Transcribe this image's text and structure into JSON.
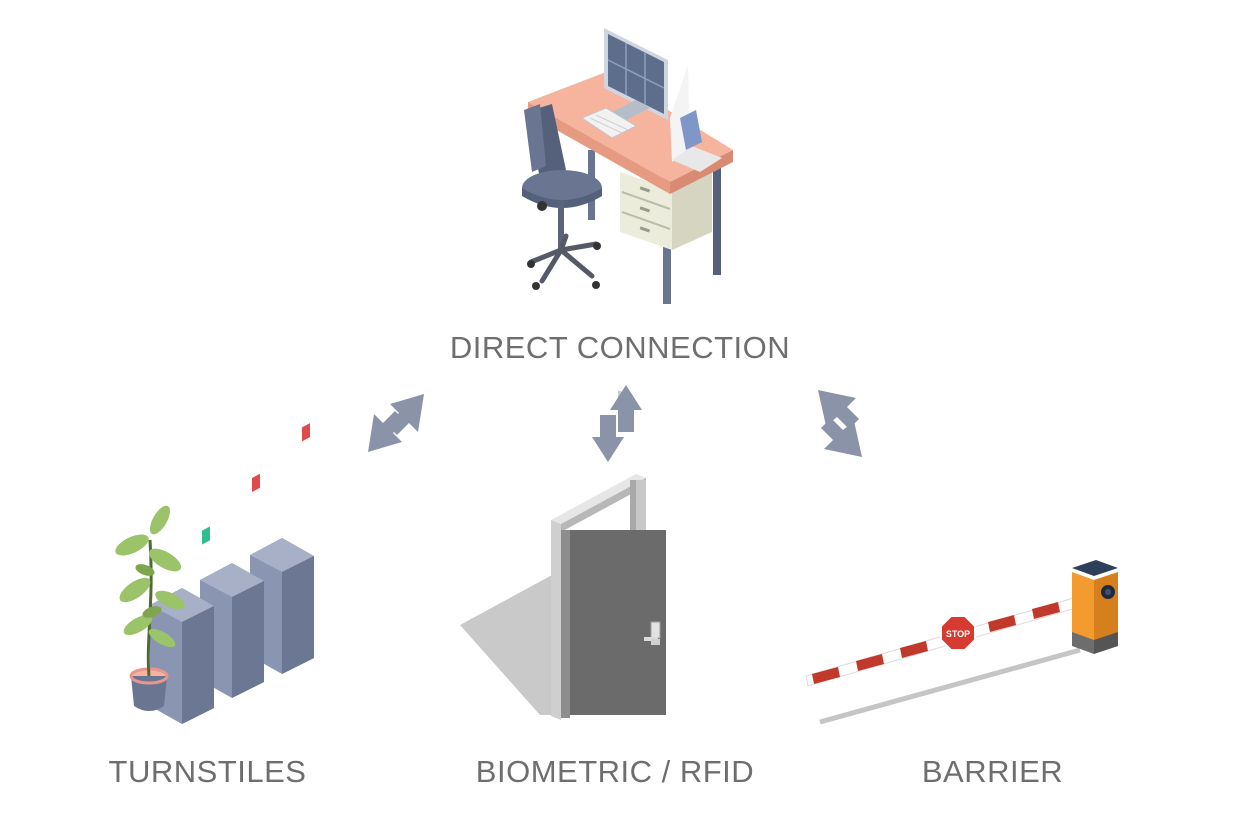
{
  "nodes": {
    "direct": {
      "label": "DIRECT CONNECTION",
      "icon": "workstation-desk-icon"
    },
    "turnstiles": {
      "label": "TURNSTILES",
      "icon": "turnstile-gates-icon"
    },
    "biometric": {
      "label": "BIOMETRIC / RFID",
      "icon": "door-keypad-icon"
    },
    "barrier": {
      "label": "BARRIER",
      "icon": "parking-barrier-icon"
    }
  },
  "barrier_sign": "STOP",
  "colors": {
    "label_text": "#6e6e70",
    "arrow": "#8a93a8",
    "desk_top": "#f6b39e",
    "chair": "#6a7591",
    "door": "#6b6b6b",
    "barrier_housing": "#f39b2e",
    "barrier_stripe": "#c0392b",
    "turnstile": "#7c87a6",
    "plant": "#9bc36a"
  }
}
